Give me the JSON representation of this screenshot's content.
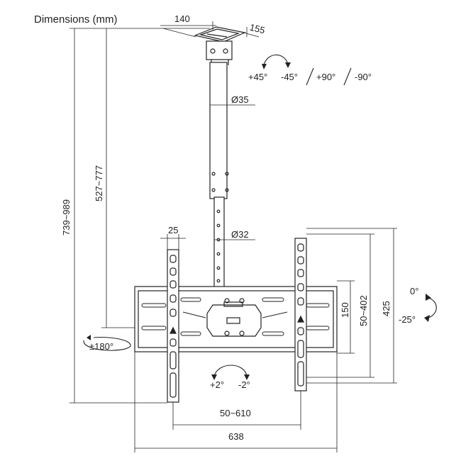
{
  "title": "Dimensions (mm)",
  "dims": {
    "plate_width": "140",
    "plate_depth": "155",
    "upper_pole": "Ø35",
    "lower_pole": "Ø32",
    "arm_width": "25",
    "total_height": "739~989",
    "pole_height": "527~777",
    "vesa_h_range": "50~610",
    "bracket_width": "638",
    "rail_height": "150",
    "vesa_v_range": "50~402",
    "arm_height": "425"
  },
  "rotations": {
    "swivel": "±180°",
    "pan_pos": "+45°",
    "pan_neg": "-45°",
    "rot_pos": "+90°",
    "rot_neg": "-90°",
    "tilt_zero": "0°",
    "tilt_neg": "-25°",
    "level_pos": "+2°",
    "level_neg": "-2°"
  },
  "colors": {
    "line": "#222222",
    "background": "#ffffff"
  }
}
